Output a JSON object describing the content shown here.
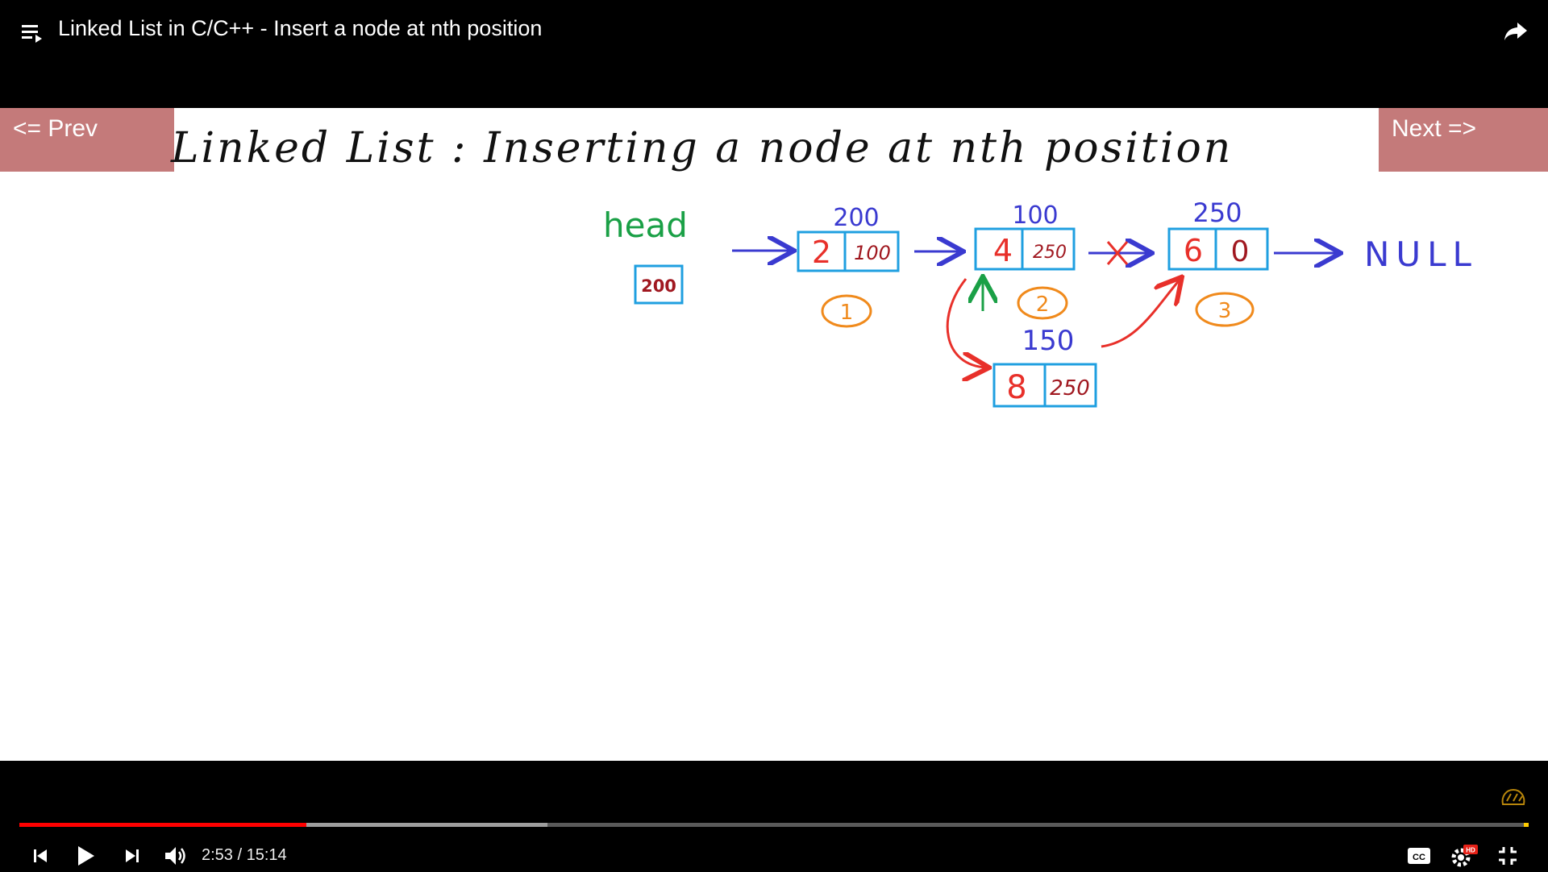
{
  "header": {
    "title": "Linked List in C/C++ - Insert a node at nth position",
    "playlist_icon": "playlist-icon",
    "share_icon": "share-icon"
  },
  "slide": {
    "prev_label": "<= Prev",
    "next_label": "Next =>",
    "title": "Linked List : Inserting a node at nth position",
    "head_label": "head",
    "head_value": "200",
    "nodes": [
      {
        "address": "200",
        "data": "2",
        "next": "100",
        "position": "1"
      },
      {
        "address": "100",
        "data": "4",
        "next": "250",
        "position": "2"
      },
      {
        "address": "250",
        "data": "6",
        "next": "0",
        "position": "3"
      }
    ],
    "new_node": {
      "address": "150",
      "data": "8",
      "next": "250"
    },
    "null_label": "NULL"
  },
  "player": {
    "time": "2:53 / 15:14",
    "progress_played": 0.19,
    "progress_buffered": 0.35,
    "icons": [
      "previous-icon",
      "play-icon",
      "next-icon",
      "volume-icon",
      "captions-icon",
      "settings-icon",
      "hd-badge",
      "exit-fullscreen-icon"
    ],
    "hd_label": "HD",
    "cc_label": "CC"
  },
  "colors": {
    "nav_button": "#c47a7a",
    "progress_played": "#ff0000",
    "box_blue": "#1f9fe0",
    "ink_red": "#e8302a",
    "ink_blue": "#3a3ad0",
    "ink_green": "#1aa046",
    "ink_orange": "#f08a1c"
  }
}
